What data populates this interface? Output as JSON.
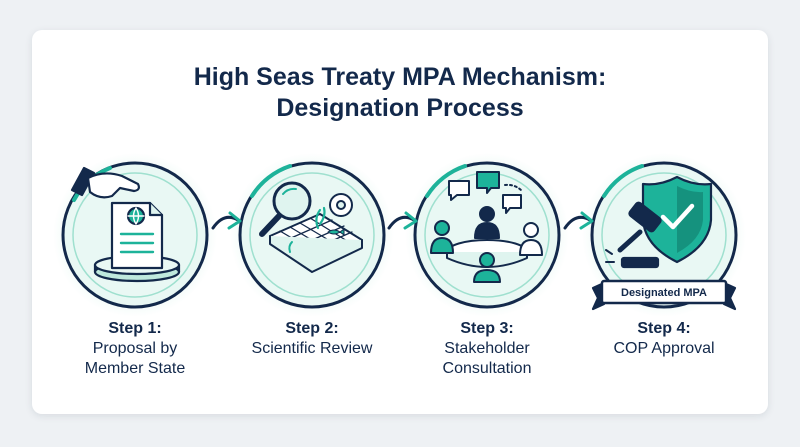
{
  "title": {
    "line1": "High Seas Treaty MPA Mechanism:",
    "line2": "Designation Process"
  },
  "steps": [
    {
      "number": "Step 1:",
      "line1": "Proposal by",
      "line2": "Member State"
    },
    {
      "number": "Step 2:",
      "line1": "Scientific Review",
      "line2": ""
    },
    {
      "number": "Step 3:",
      "line1": "Stakeholder",
      "line2": "Consultation"
    },
    {
      "number": "Step 4:",
      "line1": "COP Approval",
      "line2": ""
    }
  ],
  "banner": {
    "label": "Designated MPA"
  },
  "colors": {
    "navy": "#13294b",
    "teal": "#1db39a",
    "teal_light": "#dff4ef",
    "title": "#13294b"
  },
  "icons": [
    "document-hand-icon",
    "magnifier-map-icon",
    "people-chat-icon",
    "gavel-shield-icon",
    "arrow-right-icon"
  ]
}
